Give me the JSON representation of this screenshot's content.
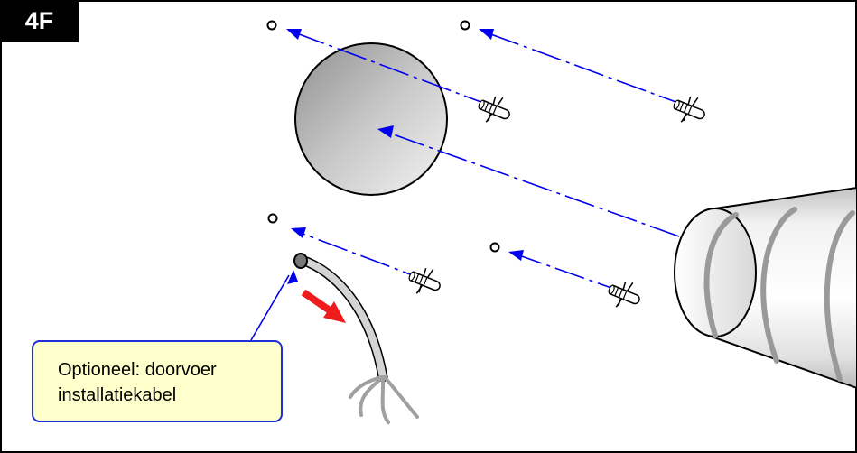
{
  "step": {
    "label": "4F"
  },
  "callout": {
    "line1": "Optioneel: doorvoer",
    "line2": "installatiekabel"
  },
  "colors": {
    "guide_arrow": "#0000ee",
    "callout_border": "#1f2fd6",
    "callout_fill": "#ffffcc",
    "direction_arrow": "#ee1c1c",
    "cable": "#9a9a9a",
    "step_label_bg": "#000000"
  }
}
